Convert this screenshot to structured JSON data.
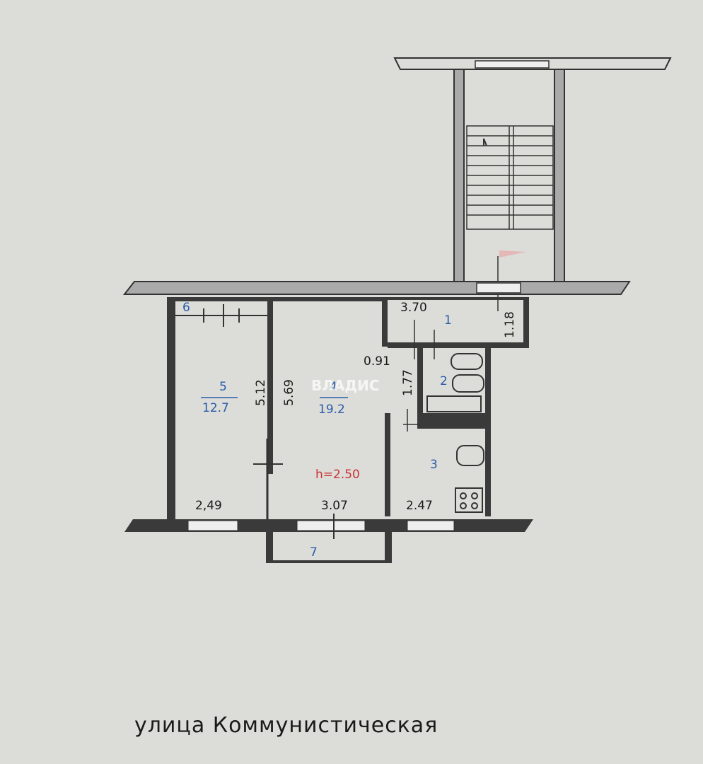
{
  "street": "улица Коммунистическая",
  "ceiling_height": "h=2.50",
  "watermark": "ВЛАДИС",
  "rooms": [
    {
      "id": "1",
      "area": ""
    },
    {
      "id": "2",
      "area": ""
    },
    {
      "id": "3",
      "area": ""
    },
    {
      "id": "4",
      "area": "19.2"
    },
    {
      "id": "5",
      "area": "12.7"
    },
    {
      "id": "6",
      "area": ""
    },
    {
      "id": "7",
      "area": ""
    }
  ],
  "dimensions": {
    "hall_length": "3.70",
    "hall_width": "1.18",
    "corridor_width": "0.91",
    "bath_length": "1.77",
    "room5_length": "5.12",
    "room4_length": "5.69",
    "room5_width": "2,49",
    "room4_width": "3.07",
    "kitchen_width": "2.47"
  },
  "colors": {
    "wall": "#3a3a3a",
    "room_label": "#2a5caa",
    "height_label": "#cc3333"
  }
}
